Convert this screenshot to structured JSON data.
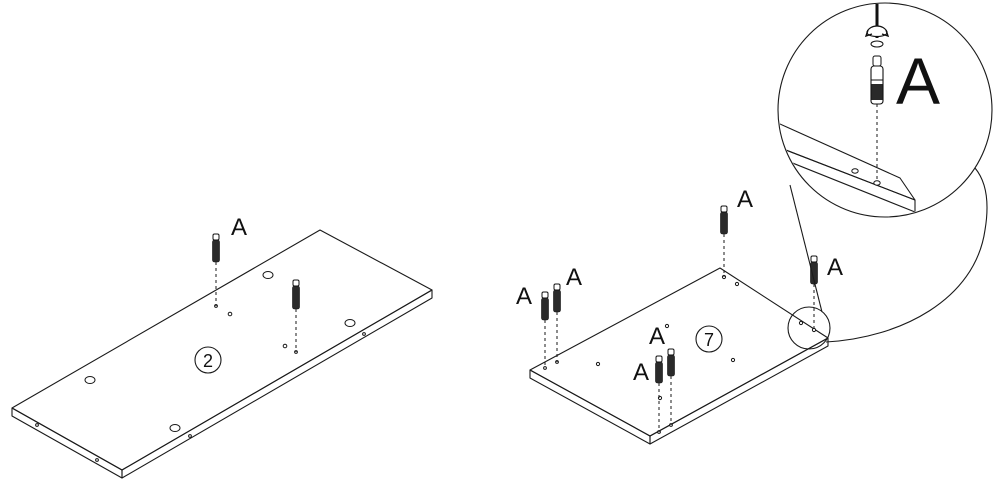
{
  "labels": {
    "part": "A",
    "panel_left": "2",
    "panel_right": "7"
  },
  "colors": {
    "line": "#1a1a1a",
    "background": "#ffffff"
  }
}
